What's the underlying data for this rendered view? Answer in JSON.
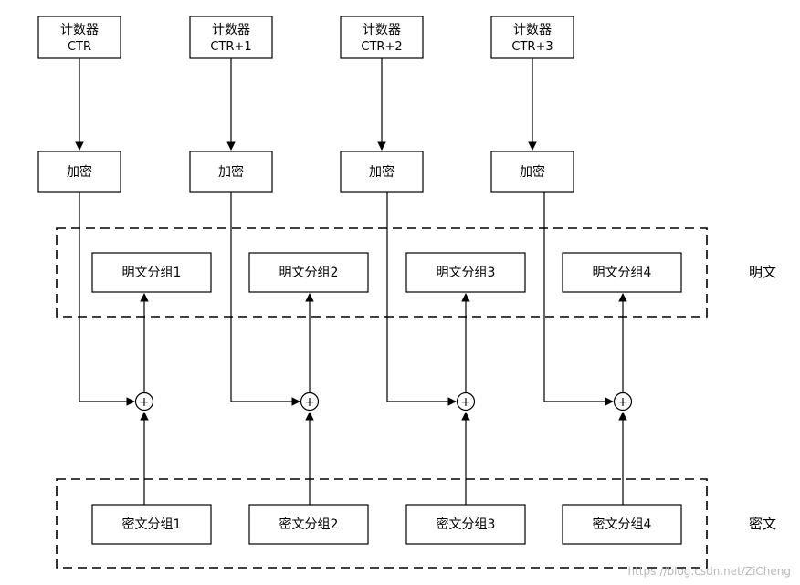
{
  "counters": [
    {
      "line1": "计数器",
      "line2": "CTR"
    },
    {
      "line1": "计数器",
      "line2": "CTR+1"
    },
    {
      "line1": "计数器",
      "line2": "CTR+2"
    },
    {
      "line1": "计数器",
      "line2": "CTR+3"
    }
  ],
  "encrypt_label": "加密",
  "plaintext_blocks": [
    "明文分组1",
    "明文分组2",
    "明文分组3",
    "明文分组4"
  ],
  "ciphertext_blocks": [
    "密文分组1",
    "密文分组2",
    "密文分组3",
    "密文分组4"
  ],
  "plaintext_group_label": "明文",
  "ciphertext_group_label": "密文",
  "xor_symbol": "+",
  "watermark": "https://blog.csdn.net/ZiCheng"
}
